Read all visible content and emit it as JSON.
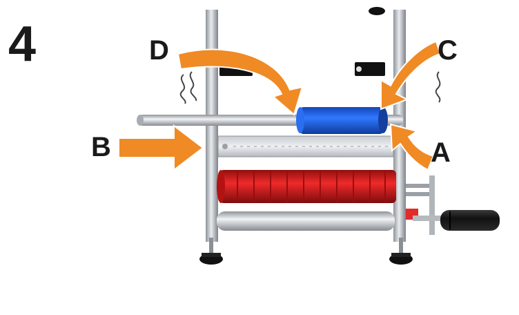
{
  "step_number": "4",
  "labels": {
    "a": "A",
    "b": "B",
    "c": "C",
    "d": "D"
  },
  "colors": {
    "arrow": "#F08A24",
    "blue_roller": "#1F5FE0",
    "red_spool": "#D61A1A",
    "frame_metal": "#B9BEC3",
    "handle": "#1C1C1C"
  }
}
